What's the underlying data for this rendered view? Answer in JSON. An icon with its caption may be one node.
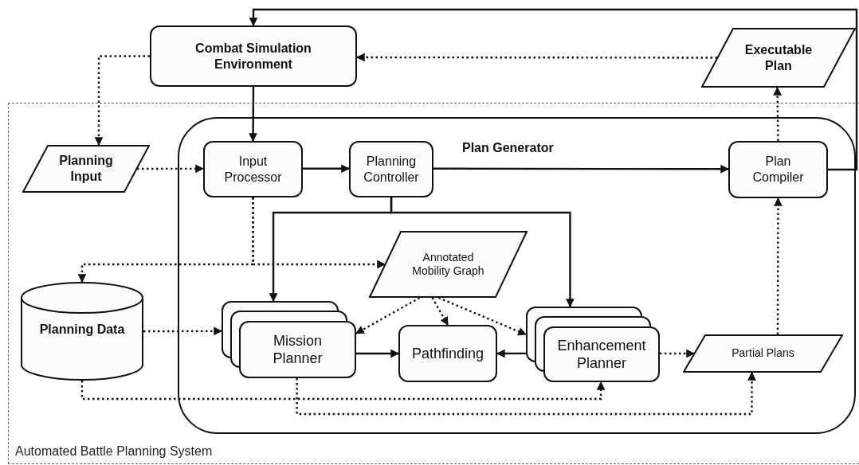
{
  "diagram": {
    "nodes": [
      {
        "text": [
          "Automated Battle Planning System"
        ]
      },
      {
        "text": [
          "Plan Generator"
        ],
        "in": 0
      },
      {
        "text": [
          "Combat Simulation Environment"
        ]
      },
      {
        "text": [
          "Executable Plan"
        ]
      },
      {
        "text": [
          "Planning Input"
        ],
        "in": 0
      },
      {
        "text": [
          "Input Processor"
        ],
        "in": 1
      },
      {
        "text": [
          "Planning Controller"
        ],
        "in": 1
      },
      {
        "text": [
          "Plan Compiler"
        ],
        "in": 1
      },
      {
        "text": [
          "Annotated Mobility Graph"
        ],
        "in": 1
      },
      {
        "text": [
          "Planning Data"
        ],
        "in": 0
      },
      {
        "text": [
          "Mission Planner"
        ],
        "in": 1
      },
      {
        "text": [
          "Pathfinding"
        ],
        "in": 1
      },
      {
        "text": [
          "Enhancement Planner"
        ],
        "in": 1
      },
      {
        "text": [
          "Partial Plans"
        ],
        "in": 1
      }
    ],
    "edges": [
      {
        "from": 7,
        "to": 2,
        "arrow": "to"
      },
      {
        "from": 2,
        "to": 4,
        "arrow": "to",
        "style": "dashed"
      },
      {
        "from": 2,
        "to": 5,
        "arrow": "to"
      },
      {
        "from": 3,
        "to": 2,
        "arrow": "to",
        "style": "dashed"
      },
      {
        "from": 7,
        "to": 3,
        "arrow": "to",
        "style": "dashed"
      },
      {
        "from": 4,
        "to": 5,
        "arrow": "to",
        "style": "dashed"
      },
      {
        "from": 5,
        "to": 6,
        "arrow": "to"
      },
      {
        "from": 6,
        "to": 7,
        "arrow": "to"
      },
      {
        "from": 6,
        "to": 10,
        "arrow": "to"
      },
      {
        "from": 6,
        "to": 12,
        "arrow": "to"
      },
      {
        "from": 5,
        "to": 9,
        "arrow": "to",
        "style": "dashed"
      },
      {
        "from": 5,
        "to": 8,
        "arrow": "to",
        "style": "dashed"
      },
      {
        "from": 9,
        "to": 10,
        "arrow": "to",
        "style": "dashed"
      },
      {
        "from": 8,
        "to": 10,
        "arrow": "to",
        "style": "dashed"
      },
      {
        "from": 8,
        "to": 11,
        "arrow": "to",
        "style": "dashed"
      },
      {
        "from": 8,
        "to": 12,
        "arrow": "to",
        "style": "dashed"
      },
      {
        "from": 10,
        "to": 11,
        "arrow": "to"
      },
      {
        "from": 12,
        "to": 11,
        "arrow": "to"
      },
      {
        "from": 12,
        "to": 13,
        "arrow": "to",
        "style": "dashed"
      },
      {
        "from": 13,
        "to": 7,
        "arrow": "to",
        "style": "dashed"
      },
      {
        "from": 9,
        "to": 12,
        "arrow": "to",
        "style": "dashed"
      },
      {
        "from": 10,
        "to": 13,
        "arrow": "to",
        "style": "dashed"
      }
    ]
  }
}
